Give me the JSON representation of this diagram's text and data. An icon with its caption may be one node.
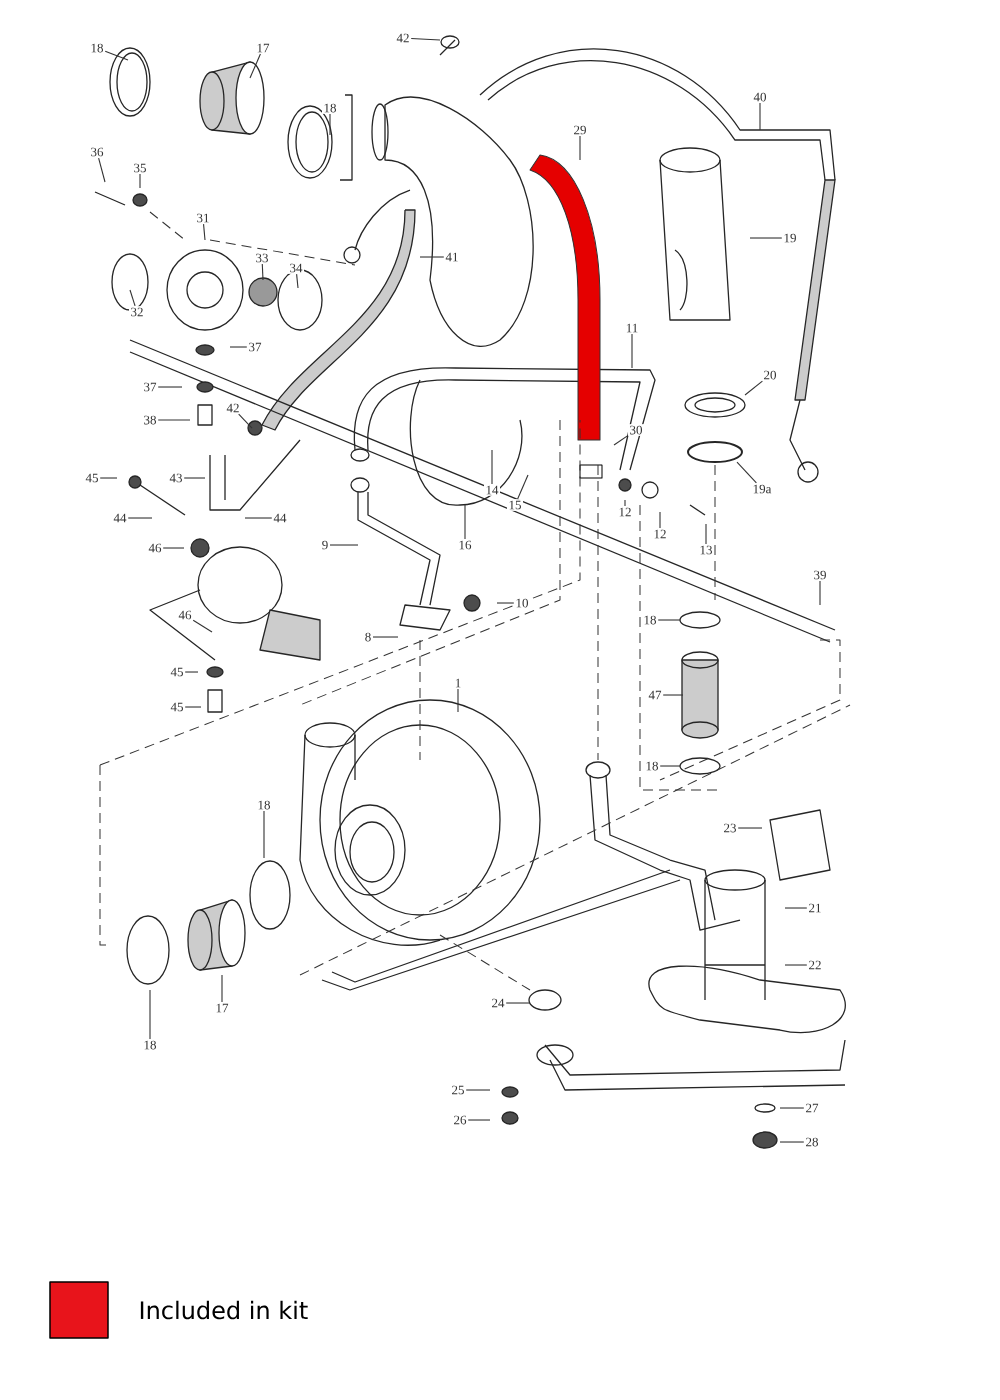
{
  "diagram": {
    "nodes": [
      {
        "text": [
          "18"
        ]
      },
      {
        "text": [
          "17"
        ]
      },
      {
        "text": [
          "18"
        ]
      },
      {
        "text": [
          "42"
        ]
      },
      {
        "text": [
          "29"
        ]
      },
      {
        "text": [
          "40"
        ]
      },
      {
        "text": [
          "36"
        ]
      },
      {
        "text": [
          "35"
        ]
      },
      {
        "text": [
          "31"
        ]
      },
      {
        "text": [
          "33"
        ]
      },
      {
        "text": [
          "34"
        ]
      },
      {
        "text": [
          "32"
        ]
      },
      {
        "text": [
          "41"
        ]
      },
      {
        "text": [
          "19"
        ]
      },
      {
        "text": [
          "37"
        ]
      },
      {
        "text": [
          "11"
        ]
      },
      {
        "text": [
          "20"
        ]
      },
      {
        "text": [
          "37"
        ]
      },
      {
        "text": [
          "38"
        ]
      },
      {
        "text": [
          "42"
        ]
      },
      {
        "text": [
          "30"
        ]
      },
      {
        "text": [
          "19a"
        ]
      },
      {
        "text": [
          "45"
        ]
      },
      {
        "text": [
          "43"
        ]
      },
      {
        "text": [
          "14"
        ]
      },
      {
        "text": [
          "15"
        ]
      },
      {
        "text": [
          "44"
        ]
      },
      {
        "text": [
          "44"
        ]
      },
      {
        "text": [
          "12"
        ]
      },
      {
        "text": [
          "12"
        ]
      },
      {
        "text": [
          "13"
        ]
      },
      {
        "text": [
          "16"
        ]
      },
      {
        "text": [
          "9"
        ]
      },
      {
        "text": [
          "46"
        ]
      },
      {
        "text": [
          "39"
        ]
      },
      {
        "text": [
          "10"
        ]
      },
      {
        "text": [
          "18"
        ]
      },
      {
        "text": [
          "46"
        ]
      },
      {
        "text": [
          "8"
        ]
      },
      {
        "text": [
          "47"
        ]
      },
      {
        "text": [
          "45"
        ]
      },
      {
        "text": [
          "1"
        ]
      },
      {
        "text": [
          "45"
        ]
      },
      {
        "text": [
          "18"
        ]
      },
      {
        "text": [
          "23"
        ]
      },
      {
        "text": [
          "18"
        ]
      },
      {
        "text": [
          "21"
        ]
      },
      {
        "text": [
          "17"
        ]
      },
      {
        "text": [
          "22"
        ]
      },
      {
        "text": [
          "18"
        ]
      },
      {
        "text": [
          "24"
        ]
      },
      {
        "text": [
          "25"
        ]
      },
      {
        "text": [
          "27"
        ]
      },
      {
        "text": [
          "26"
        ]
      },
      {
        "text": [
          "28"
        ]
      }
    ],
    "edges": [
      {
        "from": 0,
        "to": null,
        "arrow": "none"
      },
      {
        "from": 1,
        "to": null,
        "arrow": "none"
      },
      {
        "from": 2,
        "to": null,
        "arrow": "none"
      },
      {
        "from": 3,
        "to": null,
        "arrow": "none"
      },
      {
        "from": 4,
        "to": null,
        "arrow": "none"
      },
      {
        "from": 5,
        "to": null,
        "arrow": "none"
      },
      {
        "from": 6,
        "to": null,
        "arrow": "none"
      },
      {
        "from": 7,
        "to": null,
        "arrow": "none"
      },
      {
        "from": 8,
        "to": null,
        "arrow": "none"
      },
      {
        "from": 9,
        "to": null,
        "arrow": "none"
      },
      {
        "from": 10,
        "to": null,
        "arrow": "none"
      },
      {
        "from": 11,
        "to": null,
        "arrow": "none"
      },
      {
        "from": 12,
        "to": null,
        "arrow": "none"
      },
      {
        "from": 13,
        "to": null,
        "arrow": "none"
      },
      {
        "from": 14,
        "to": null,
        "arrow": "none"
      },
      {
        "from": 15,
        "to": null,
        "arrow": "none"
      },
      {
        "from": 16,
        "to": null,
        "arrow": "none"
      },
      {
        "from": 17,
        "to": null,
        "arrow": "none"
      },
      {
        "from": 18,
        "to": null,
        "arrow": "none"
      },
      {
        "from": 19,
        "to": null,
        "arrow": "none"
      },
      {
        "from": 20,
        "to": null,
        "arrow": "none"
      },
      {
        "from": 21,
        "to": null,
        "arrow": "none"
      },
      {
        "from": 22,
        "to": null,
        "arrow": "none"
      },
      {
        "from": 23,
        "to": null,
        "arrow": "none"
      },
      {
        "from": 24,
        "to": null,
        "arrow": "none"
      },
      {
        "from": 25,
        "to": null,
        "arrow": "none"
      },
      {
        "from": 26,
        "to": null,
        "arrow": "none"
      },
      {
        "from": 27,
        "to": null,
        "arrow": "none"
      },
      {
        "from": 28,
        "to": null,
        "arrow": "none"
      },
      {
        "from": 29,
        "to": null,
        "arrow": "none"
      },
      {
        "from": 30,
        "to": null,
        "arrow": "none"
      },
      {
        "from": 31,
        "to": null,
        "arrow": "none"
      },
      {
        "from": 32,
        "to": null,
        "arrow": "none"
      },
      {
        "from": 33,
        "to": null,
        "arrow": "none"
      },
      {
        "from": 34,
        "to": null,
        "arrow": "none"
      },
      {
        "from": 35,
        "to": null,
        "arrow": "none"
      },
      {
        "from": 36,
        "to": null,
        "arrow": "none"
      },
      {
        "from": 37,
        "to": null,
        "arrow": "none"
      },
      {
        "from": 38,
        "to": null,
        "arrow": "none"
      },
      {
        "from": 39,
        "to": null,
        "arrow": "none"
      },
      {
        "from": 40,
        "to": null,
        "arrow": "none"
      },
      {
        "from": 41,
        "to": null,
        "arrow": "none"
      },
      {
        "from": 42,
        "to": null,
        "arrow": "none"
      },
      {
        "from": 43,
        "to": null,
        "arrow": "none"
      },
      {
        "from": 44,
        "to": null,
        "arrow": "none"
      },
      {
        "from": 45,
        "to": null,
        "arrow": "none"
      },
      {
        "from": 46,
        "to": null,
        "arrow": "none"
      },
      {
        "from": 47,
        "to": null,
        "arrow": "none"
      },
      {
        "from": 48,
        "to": null,
        "arrow": "none"
      },
      {
        "from": 49,
        "to": null,
        "arrow": "none"
      },
      {
        "from": 50,
        "to": null,
        "arrow": "none"
      },
      {
        "from": 51,
        "to": null,
        "arrow": "none"
      },
      {
        "from": 52,
        "to": null,
        "arrow": "none"
      },
      {
        "from": 53,
        "to": null,
        "arrow": "none"
      },
      {
        "from": 54,
        "to": null,
        "arrow": "none"
      }
    ],
    "legend": [
      {
        "text": "Included in kit",
        "color": "#e8141b"
      }
    ]
  }
}
